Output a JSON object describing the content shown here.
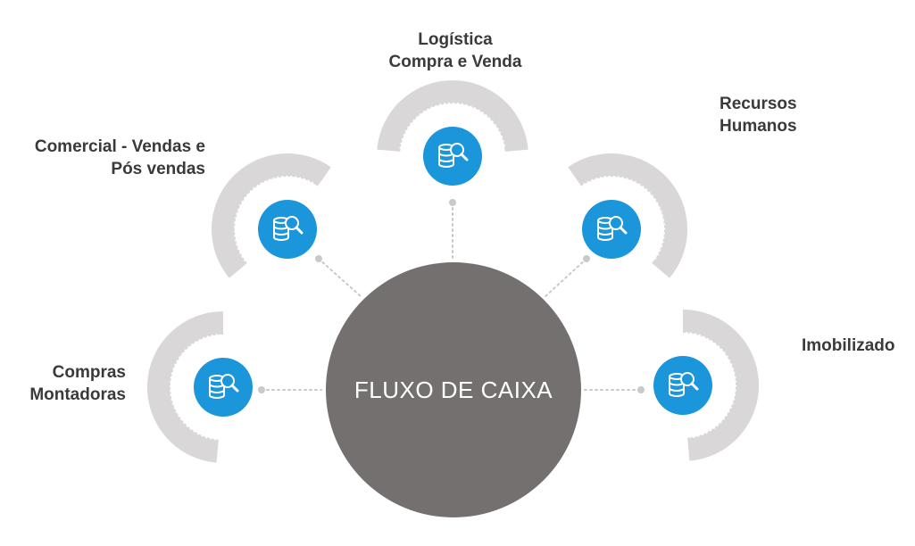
{
  "center": {
    "title": "FLUXO DE CAIXA",
    "color": "#757070"
  },
  "colors": {
    "arc": "#d9d7d8",
    "node": "#1b96db",
    "connector": "#c9c9c9",
    "label": "#3a3a3a"
  },
  "icon_name": "database-search-icon",
  "nodes": [
    {
      "id": "compras",
      "lines": [
        "Compras",
        "Montadoras"
      ]
    },
    {
      "id": "comercial",
      "lines": [
        "Comercial - Vendas e",
        "Pós vendas"
      ]
    },
    {
      "id": "logistica",
      "lines": [
        "Logística",
        "Compra e Venda"
      ]
    },
    {
      "id": "rh",
      "lines": [
        "Recursos",
        "Humanos"
      ]
    },
    {
      "id": "imobilizado",
      "lines": [
        "Imobilizado"
      ]
    }
  ]
}
